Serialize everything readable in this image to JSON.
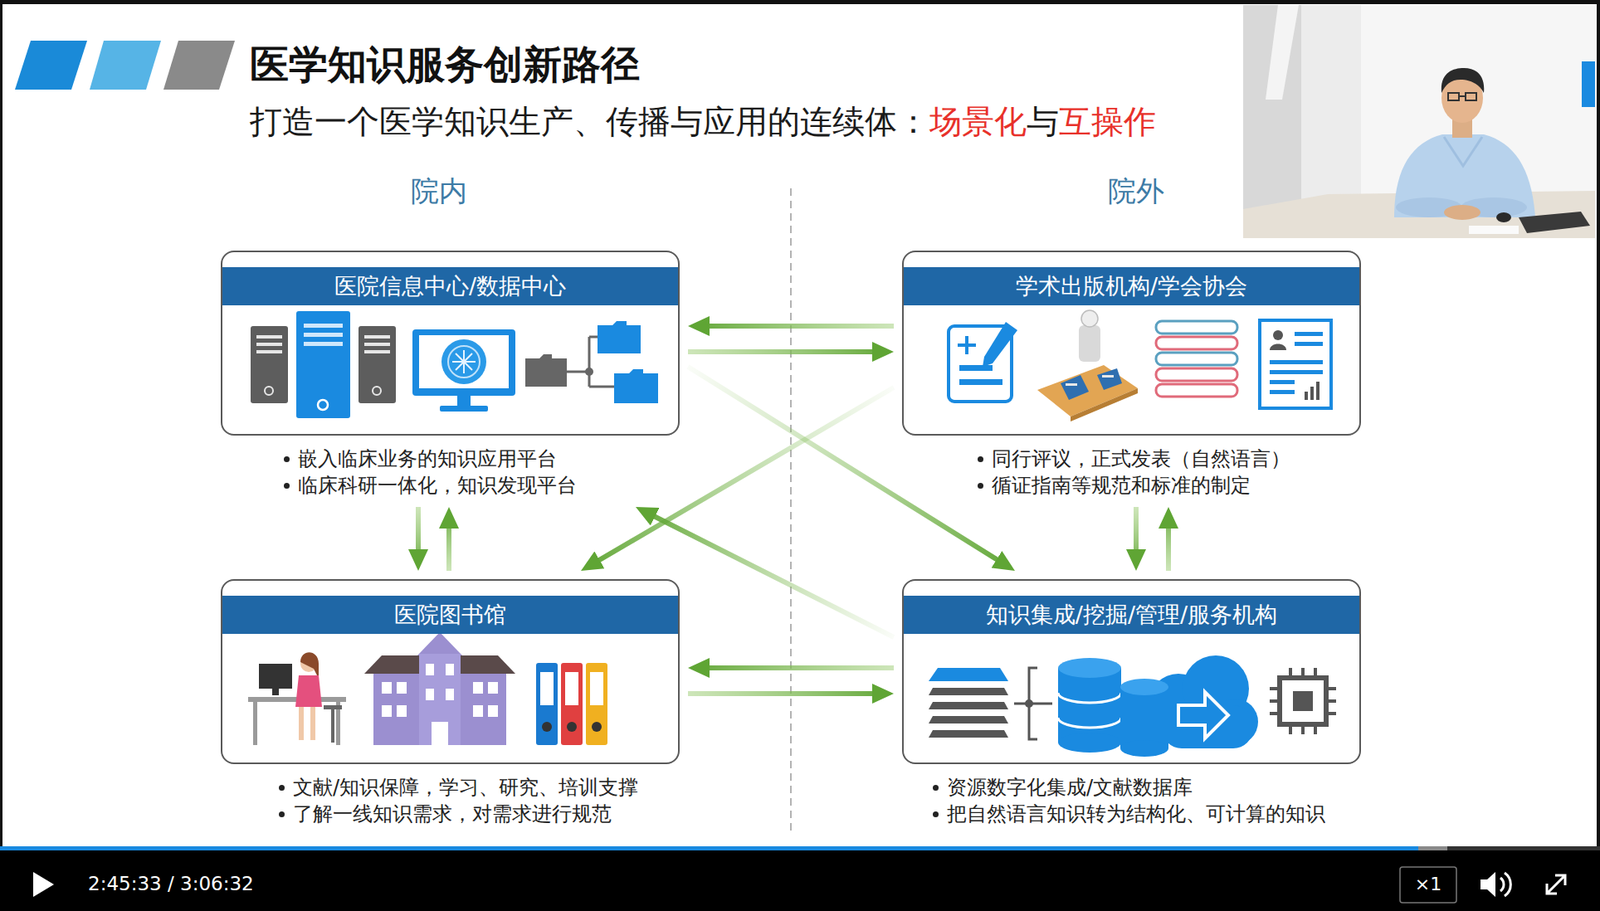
{
  "diagram": {
    "title": "医学知识服务创新路径",
    "nodes": [
      {
        "text": [
          "医院信息中心/数据中心",
          "嵌入临床业务的知识应用平台",
          "临床科研一体化，知识发现平台"
        ]
      },
      {
        "text": [
          "学术出版机构/学会协会",
          "同行评议，正式发表（自然语言）",
          "循证指南等规范和标准的制定"
        ]
      },
      {
        "text": [
          "医院图书馆",
          "文献/知识保障，学习、研究、培训支撑",
          "了解一线知识需求，对需求进行规范"
        ]
      },
      {
        "text": [
          "知识集成/挖掘/管理/服务机构",
          "资源数字化集成/文献数据库",
          "把自然语言知识转为结构化、可计算的知识"
        ]
      }
    ],
    "edges": [
      {
        "from": 1,
        "to": 0,
        "arrow": "to"
      },
      {
        "from": 0,
        "to": 1,
        "arrow": "to"
      },
      {
        "from": 0,
        "to": 2,
        "arrow": "to"
      },
      {
        "from": 2,
        "to": 0,
        "arrow": "to"
      },
      {
        "from": 1,
        "to": 3,
        "arrow": "to"
      },
      {
        "from": 3,
        "to": 1,
        "arrow": "to"
      },
      {
        "from": 3,
        "to": 2,
        "arrow": "to"
      },
      {
        "from": 2,
        "to": 3,
        "arrow": "to"
      },
      {
        "from": 0,
        "to": 3,
        "arrow": "to"
      },
      {
        "from": 1,
        "to": 2,
        "arrow": "to"
      },
      {
        "from": 3,
        "to": 0,
        "arrow": "to"
      }
    ],
    "labels": [
      "打造一个医学知识生产、传播与应用的连续体：",
      "场景化",
      "与",
      "互操作",
      "院内",
      "院外",
      "2:45:33 / 3:06:32",
      "×1"
    ]
  }
}
